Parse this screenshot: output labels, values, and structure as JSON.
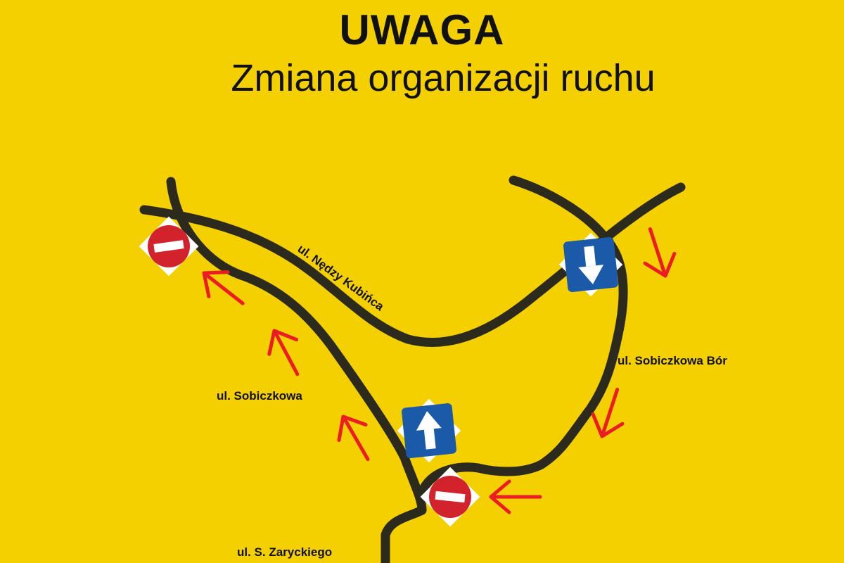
{
  "header": {
    "title": "UWAGA",
    "subtitle": "Zmiana organizacji ruchu"
  },
  "streets": {
    "nedzy_kubinca": "ul. Nędzy Kubińca",
    "sobiczkowa_bor": "ul. Sobiczkowa Bór",
    "sobiczkowa": "ul. Sobiczkowa",
    "zaryckiego": "ul. S. Zaryckiego"
  },
  "colors": {
    "background": "#f4d000",
    "road": "#2b2a1c",
    "arrow": "#ec1c24",
    "sign_blue": "#1a5aa8",
    "no_entry_red": "#d2222c"
  },
  "signs": {
    "no_entry": "no-entry-sign",
    "one_way": "one-way-sign"
  }
}
